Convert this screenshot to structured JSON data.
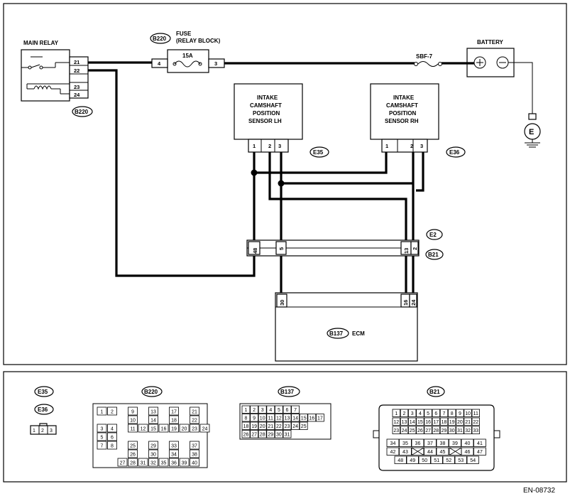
{
  "components": {
    "main_relay": "MAIN RELAY",
    "fuse": "FUSE",
    "relay_block": "(RELAY BLOCK)",
    "fuse_rating": "15A",
    "sbf": "SBF-7",
    "battery": "BATTERY",
    "ground": "E",
    "sensor_lh": [
      "INTAKE",
      "CAMSHAFT",
      "POSITION",
      "SENSOR LH"
    ],
    "sensor_rh": [
      "INTAKE",
      "CAMSHAFT",
      "POSITION",
      "SENSOR RH"
    ],
    "ecm": "ECM"
  },
  "connectors": {
    "b220": "B220",
    "e35": "E35",
    "e36": "E36",
    "e2": "E2",
    "b21": "B21",
    "b137": "B137"
  },
  "pins": {
    "relay": [
      "21",
      "22",
      "23",
      "24"
    ],
    "fuse_left": "4",
    "fuse_right": "3",
    "sensor": [
      "1",
      "2",
      "3"
    ],
    "junction": [
      "48",
      "5",
      "13",
      "2"
    ],
    "ecm": [
      "30",
      "16",
      "24"
    ]
  },
  "legend": {
    "e35_pins": [
      "1",
      "2",
      "3"
    ],
    "b220_rows": [
      [
        "1",
        "2",
        "",
        "9",
        "",
        "13",
        "",
        "17",
        "",
        "21"
      ],
      [
        "",
        "",
        "",
        "10",
        "",
        "14",
        "",
        "18",
        "",
        "22"
      ],
      [
        "3",
        "4",
        "",
        "11",
        "12",
        "15",
        "16",
        "19",
        "20",
        "23",
        "24"
      ],
      [
        "5",
        "6"
      ],
      [
        "7",
        "8",
        "",
        "25",
        "",
        "29",
        "",
        "33",
        "",
        "37"
      ],
      [
        "",
        "",
        "",
        "26",
        "",
        "30",
        "",
        "34",
        "",
        "38"
      ],
      [
        "",
        "",
        "27",
        "28",
        "31",
        "32",
        "35",
        "36",
        "39",
        "40"
      ]
    ],
    "b137_rows": [
      [
        "1",
        "2",
        "3",
        "4",
        "5",
        "6",
        "7"
      ],
      [
        "8",
        "9",
        "10",
        "11",
        "12",
        "13",
        "14",
        "15",
        "16",
        "17"
      ],
      [
        "18",
        "19",
        "20",
        "21",
        "22",
        "23",
        "24",
        "25"
      ],
      [
        "26",
        "27",
        "28",
        "29",
        "30",
        "31"
      ]
    ],
    "b21_rows": [
      [
        "1",
        "2",
        "3",
        "4",
        "5",
        "6",
        "7",
        "8",
        "9",
        "10",
        "11"
      ],
      [
        "12",
        "13",
        "14",
        "15",
        "16",
        "17",
        "18",
        "19",
        "20",
        "21",
        "22"
      ],
      [
        "23",
        "24",
        "25",
        "26",
        "27",
        "28",
        "29",
        "30",
        "31",
        "32",
        "33"
      ],
      [
        "34",
        "35",
        "36",
        "37",
        "38",
        "39",
        "40",
        "41"
      ],
      [
        "42",
        "43",
        "44",
        "45",
        "46",
        "47"
      ],
      [
        "48",
        "49",
        "50",
        "51",
        "52",
        "53",
        "54"
      ]
    ]
  },
  "footer": "EN-08732"
}
